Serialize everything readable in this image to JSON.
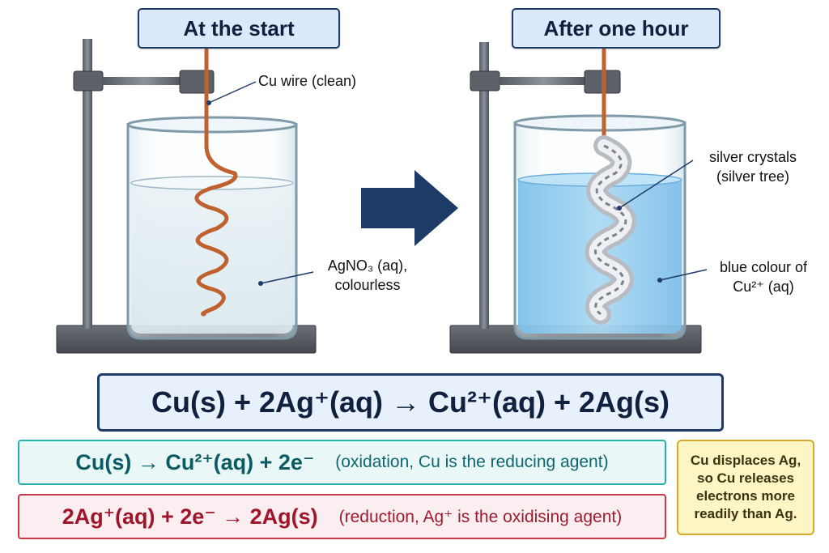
{
  "panels": {
    "start": {
      "title": "At the start",
      "wire_label": "Cu wire (clean)",
      "solution_label_line1": "AgNO₃ (aq),",
      "solution_label_line2": "colourless"
    },
    "after": {
      "title": "After one hour",
      "crystals_label_line1": "silver crystals",
      "crystals_label_line2": "(silver tree)",
      "solution_label_line1": "blue colour of",
      "solution_label_line2": "Cu²⁺ (aq)"
    }
  },
  "equations": {
    "overall": "Cu(s) + 2Ag⁺(aq) → Cu²⁺(aq) + 2Ag(s)",
    "oxidation": {
      "equation": "Cu(s) → Cu²⁺(aq) + 2e⁻",
      "note": "(oxidation, Cu is the reducing agent)"
    },
    "reduction": {
      "equation": "2Ag⁺(aq) + 2e⁻ → 2Ag(s)",
      "note": "(reduction, Ag⁺ is the oxidising agent)"
    }
  },
  "conclusion": "Cu displaces Ag, so Cu releases electrons more readily than Ag.",
  "colors": {
    "copper": "#c0622f",
    "blue_solution": "#a9d6f2",
    "arrow": "#1e3a66",
    "title_bg": "#dbe9fa"
  },
  "icons": [
    "right-arrow-icon"
  ]
}
